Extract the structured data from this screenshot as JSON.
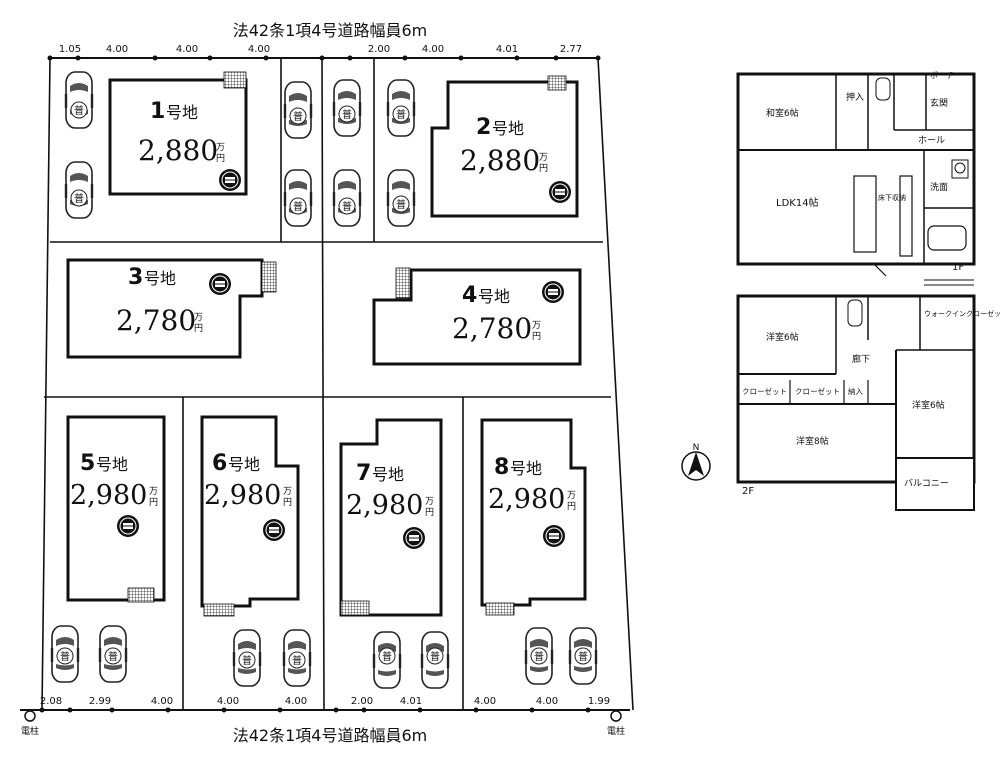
{
  "site_plan": {
    "road_top": "法42条1項4号道路幅員6m",
    "road_bottom": "法42条1項4号道路幅員6m",
    "top_dims": [
      "1.05",
      "4.00",
      "4.00",
      "4.00",
      "2.00",
      "4.00",
      "4.01",
      "2.77"
    ],
    "bottom_dims": [
      "2.08",
      "2.99",
      "4.00",
      "4.00",
      "4.00",
      "2.00",
      "4.01",
      "4.00",
      "4.00",
      "1.99"
    ],
    "pole_left": "電柱",
    "pole_right": "電柱",
    "car_label": "普",
    "lots": [
      {
        "id": "1",
        "suffix": "号地",
        "price": "2,880",
        "unit_top": "万",
        "unit_bottom": "円"
      },
      {
        "id": "2",
        "suffix": "号地",
        "price": "2,880",
        "unit_top": "万",
        "unit_bottom": "円"
      },
      {
        "id": "3",
        "suffix": "号地",
        "price": "2,780",
        "unit_top": "万",
        "unit_bottom": "円"
      },
      {
        "id": "4",
        "suffix": "号地",
        "price": "2,780",
        "unit_top": "万",
        "unit_bottom": "円"
      },
      {
        "id": "5",
        "suffix": "号地",
        "price": "2,980",
        "unit_top": "万",
        "unit_bottom": "円"
      },
      {
        "id": "6",
        "suffix": "号地",
        "price": "2,980",
        "unit_top": "万",
        "unit_bottom": "円"
      },
      {
        "id": "7",
        "suffix": "号地",
        "price": "2,980",
        "unit_top": "万",
        "unit_bottom": "円"
      },
      {
        "id": "8",
        "suffix": "号地",
        "price": "2,980",
        "unit_top": "万",
        "unit_bottom": "円"
      }
    ],
    "north": "N"
  },
  "floor_plan": {
    "f1": {
      "label": "1F",
      "rooms": {
        "washitsu": "和室6帖",
        "oshiire": "押入",
        "porch": "ポーチ",
        "genkan": "玄関",
        "hall": "ホール",
        "ldk": "LDK14帖",
        "senmen": "洗面",
        "storage": "床下収納"
      }
    },
    "f2": {
      "label": "2F",
      "rooms": {
        "yoshitsu_a": "洋室6帖",
        "wic": "ウォークインクローゼット",
        "rouka": "廊下",
        "closet1": "クローゼット",
        "closet2": "クローゼット",
        "nando": "納入",
        "yoshitsu_b": "洋室6帖",
        "yoshitsu_c": "洋室8帖",
        "balcony": "バルコニー"
      }
    }
  }
}
